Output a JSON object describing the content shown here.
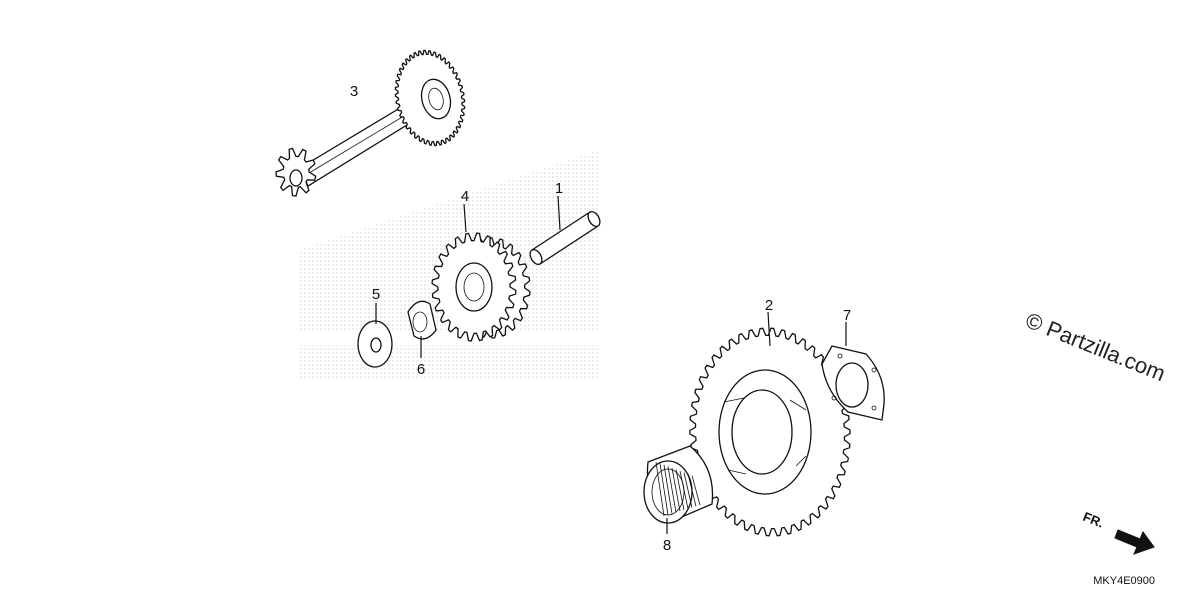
{
  "callouts": [
    {
      "id": "1",
      "label": "1"
    },
    {
      "id": "2",
      "label": "2"
    },
    {
      "id": "3",
      "label": "3"
    },
    {
      "id": "4",
      "label": "4"
    },
    {
      "id": "5",
      "label": "5"
    },
    {
      "id": "6",
      "label": "6"
    },
    {
      "id": "7",
      "label": "7"
    },
    {
      "id": "8",
      "label": "8"
    }
  ],
  "copyright": "© Partzilla.com",
  "direction_label": "FR.",
  "diagram_code": "MKY4E0900"
}
